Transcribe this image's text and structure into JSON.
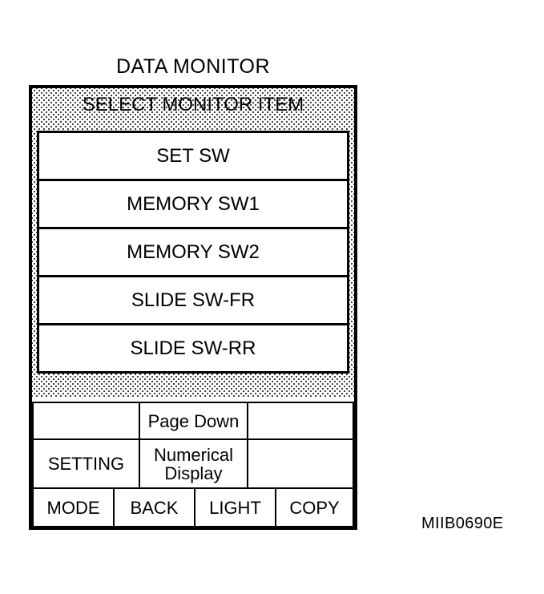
{
  "figure": {
    "title": "DATA MONITOR",
    "reference_code": "MIIB0690E"
  },
  "screen": {
    "header": "SELECT MONITOR ITEM",
    "monitor_items": [
      {
        "label": "SET SW"
      },
      {
        "label": "MEMORY SW1"
      },
      {
        "label": "MEMORY SW2"
      },
      {
        "label": "SLIDE SW-FR"
      },
      {
        "label": "SLIDE SW-RR"
      }
    ]
  },
  "buttons": {
    "row1": [
      {
        "label": ""
      },
      {
        "label": "Page Down"
      },
      {
        "label": ""
      }
    ],
    "row2": [
      {
        "label": "SETTING"
      },
      {
        "label": "Numerical Display"
      },
      {
        "label": ""
      }
    ],
    "row3": [
      {
        "label": "MODE"
      },
      {
        "label": "BACK"
      },
      {
        "label": "LIGHT"
      },
      {
        "label": "COPY"
      }
    ]
  }
}
